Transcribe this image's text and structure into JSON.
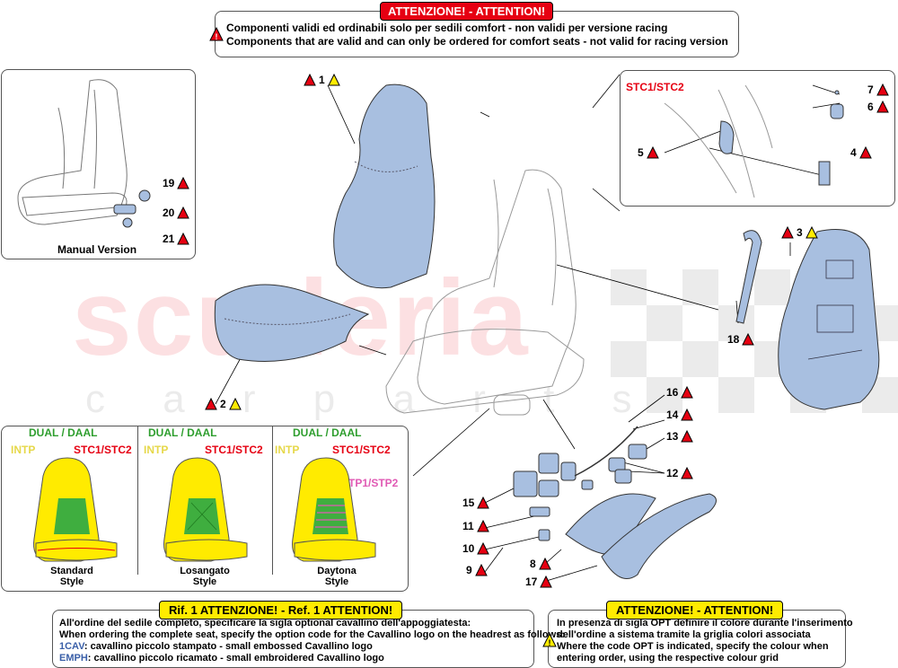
{
  "top_notice": {
    "banner": "ATTENZIONE! - ATTENTION!",
    "line_it": "Componenti validi ed ordinabili solo per sedili comfort - non validi per versione racing",
    "line_en": "Components that are valid and can only be ordered for comfort seats - not valid for racing version"
  },
  "watermark": {
    "main": "scuderia",
    "sub": "c a r   p a r t s"
  },
  "manual_version": {
    "label": "Manual Version",
    "callouts": [
      "19",
      "20",
      "21"
    ]
  },
  "detail_tag": "STC1/STC2",
  "part_numbers": {
    "p1": "1",
    "p2": "2",
    "p3": "3",
    "p4": "4",
    "p5": "5",
    "p6": "6",
    "p7": "7",
    "p8": "8",
    "p9": "9",
    "p10": "10",
    "p11": "11",
    "p12": "12",
    "p13": "13",
    "p14": "14",
    "p15": "15",
    "p16": "16",
    "p17": "17",
    "p18": "18"
  },
  "styles": [
    {
      "dual": "DUAL / DAAL",
      "intp": "INTP",
      "stc": "STC1/STC2",
      "extra": "",
      "name_line1": "Standard",
      "name_line2": "Style"
    },
    {
      "dual": "DUAL / DAAL",
      "intp": "INTP",
      "stc": "STC1/STC2",
      "extra": "",
      "name_line1": "Losangato",
      "name_line2": "Style"
    },
    {
      "dual": "DUAL / DAAL",
      "intp": "INTP",
      "stc": "STC1/STC2",
      "extra": "STP1/STP2",
      "name_line1": "Daytona",
      "name_line2": "Style"
    }
  ],
  "ref_note": {
    "banner": "Rif. 1 ATTENZIONE! - Ref. 1 ATTENTION!",
    "line1": "All'ordine del sedile completo, specificare la sigla optional cavallino dell'appoggiatesta:",
    "line2": "When ordering the complete seat, specify the option code for the Cavallino logo on the headrest as follows:",
    "code1": "1CAV",
    "code1_text": ": cavallino piccolo stampato - small embossed Cavallino logo",
    "code2": "EMPH",
    "code2_text": ": cavallino piccolo ricamato - small embroidered Cavallino logo"
  },
  "opt_note": {
    "banner": "ATTENZIONE! - ATTENTION!",
    "line1": "In presenza di sigla OPT definire il colore durante l'inserimento",
    "line2": "dell'ordine a sistema tramite la griglia colori associata",
    "line3": "Where the code OPT is indicated, specify the colour when",
    "line4": "entering order, using the respective colour grid"
  },
  "colors": {
    "red": "#e60012",
    "yellow": "#ffeb00",
    "blue_part": "#a8bfe0",
    "green_tag": "#2e9e2e",
    "yellow_tag": "#e6d84a",
    "pink_tag": "#e05ab4",
    "code_blue": "#3a5fa8"
  }
}
